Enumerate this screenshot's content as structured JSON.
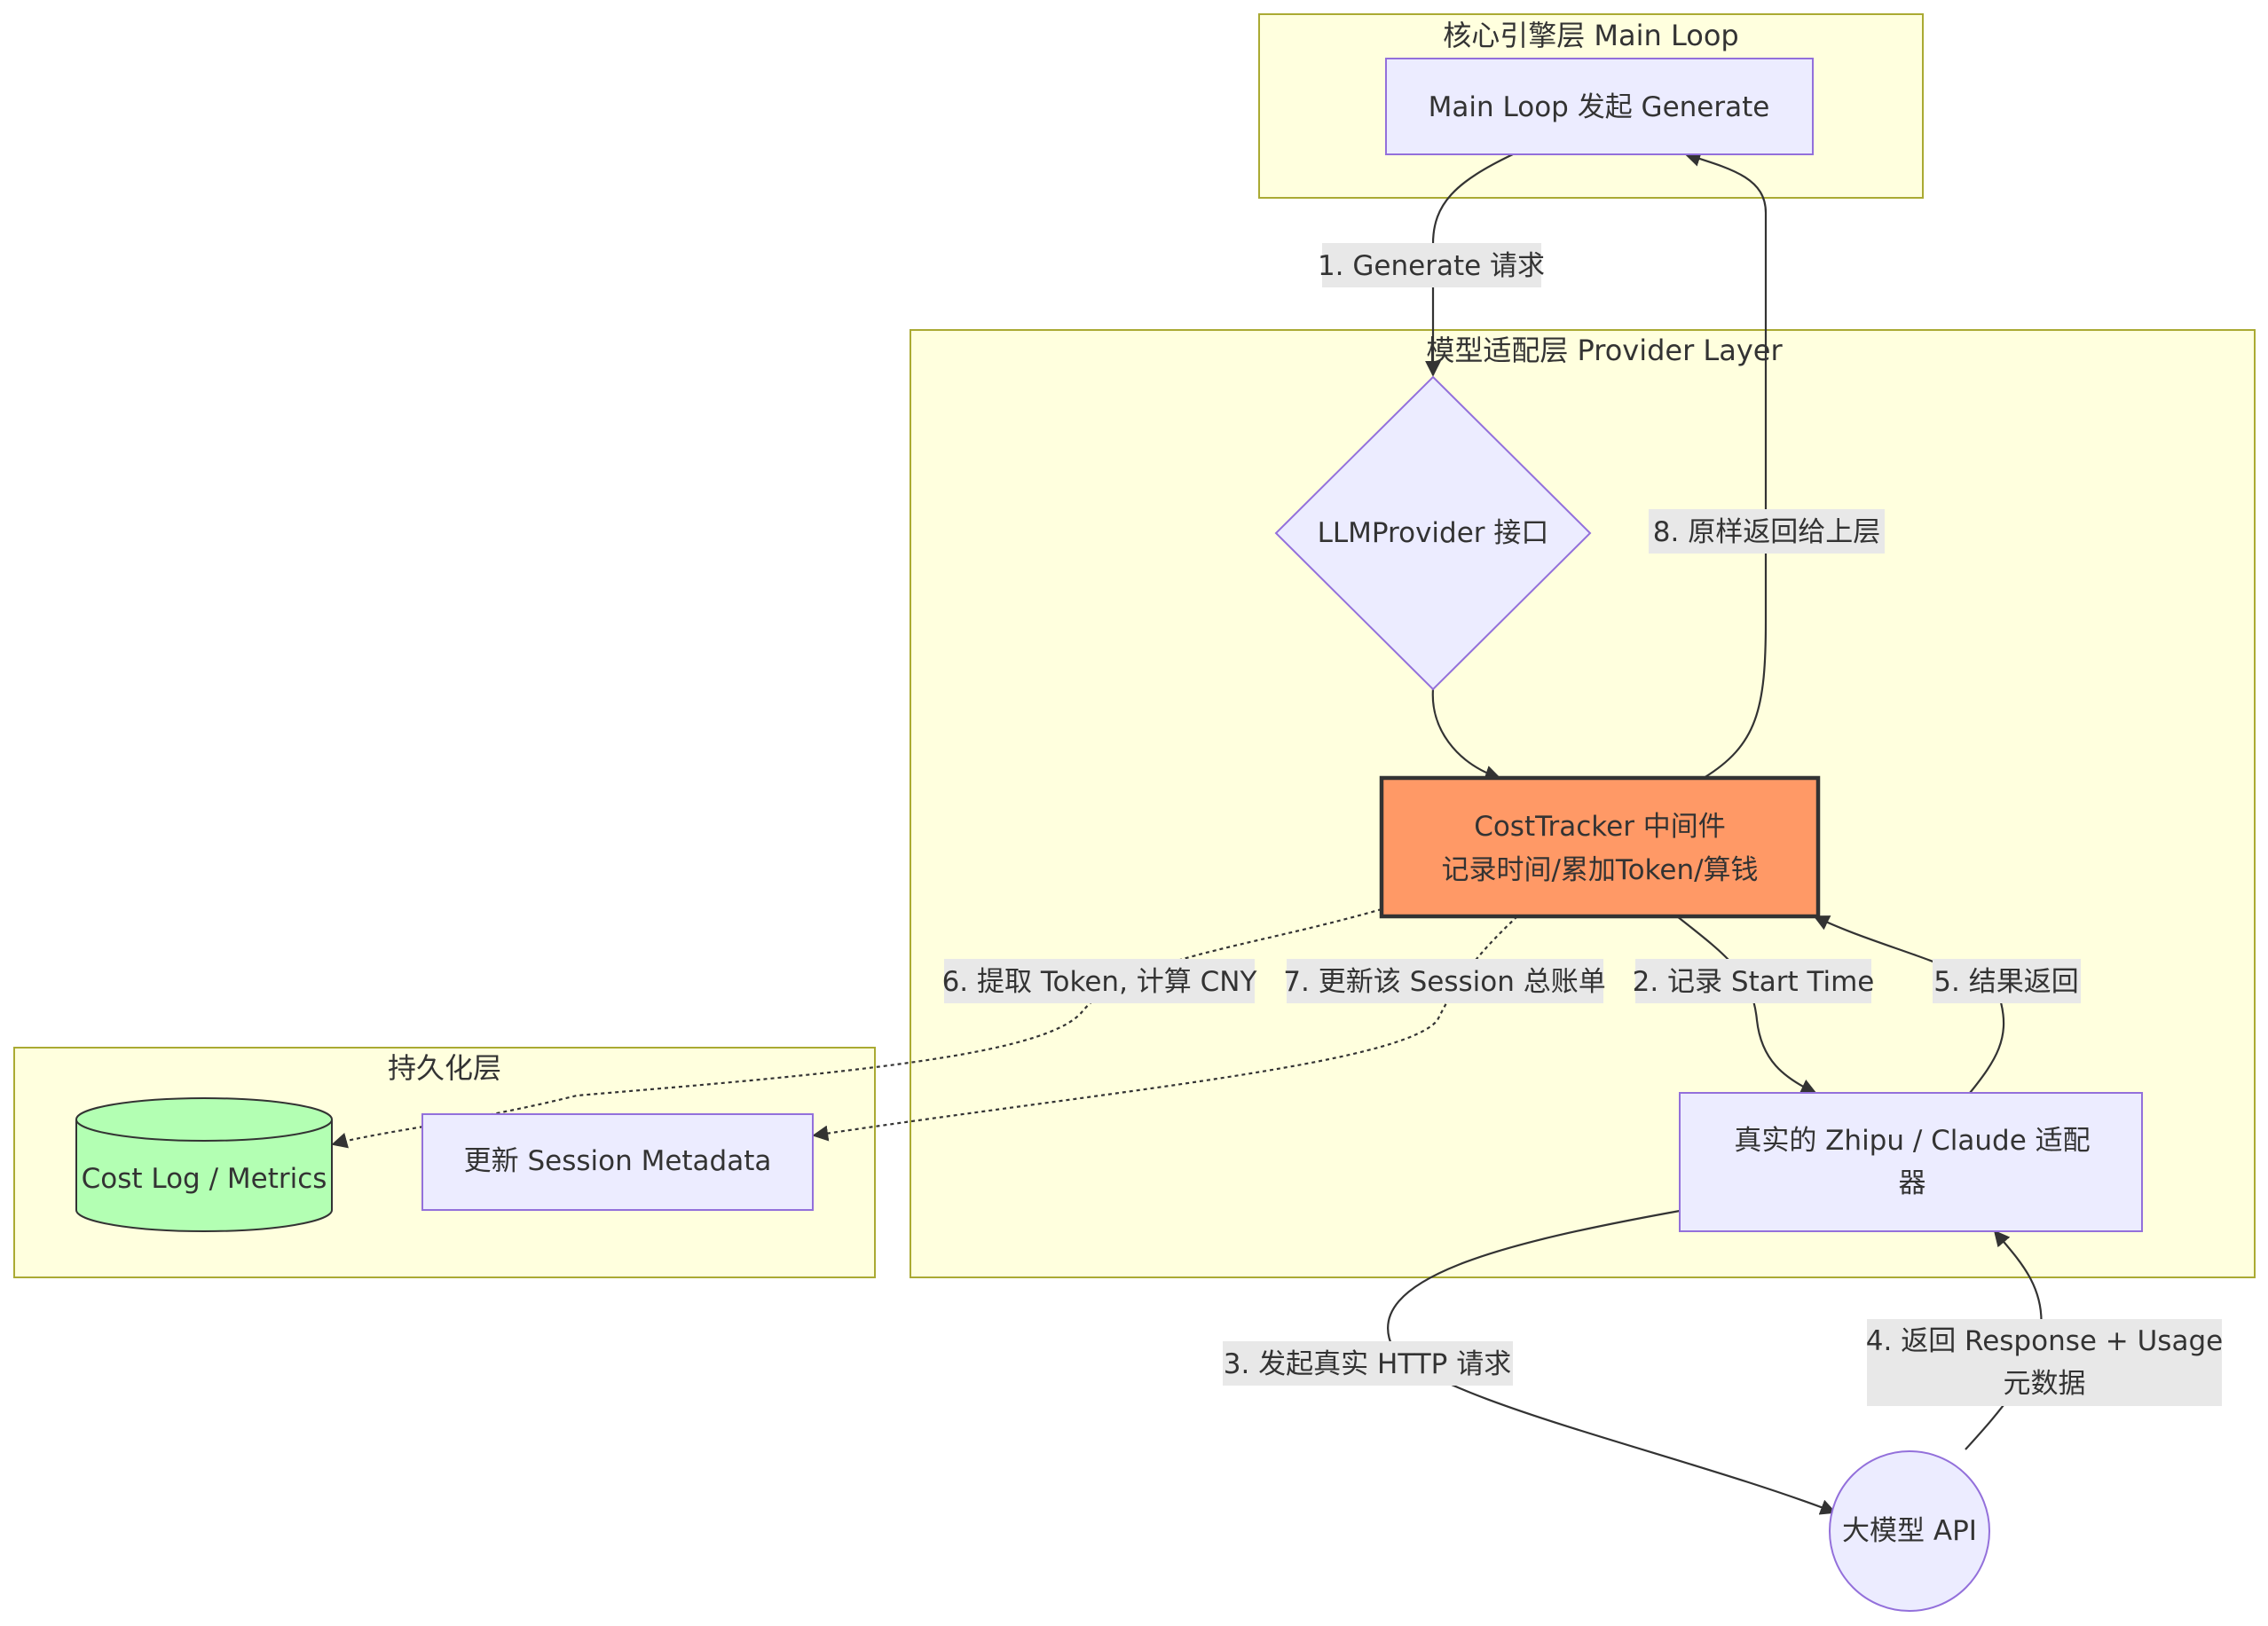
{
  "clusters": {
    "core": "核心引擎层 Main Loop",
    "provider": "模型适配层 Provider Layer",
    "persist": "持久化层"
  },
  "nodes": {
    "main_loop": "Main Loop 发起 Generate",
    "llm_provider": "LLMProvider 接口",
    "cost_tracker_line1": "CostTracker 中间件",
    "cost_tracker_line2": "记录时间/累加Token/算钱",
    "adapter_line1": "真实的 Zhipu / Claude 适配",
    "adapter_line2": "器",
    "api": "大模型 API",
    "cost_log": "Cost Log / Metrics",
    "session_meta": "更新 Session Metadata"
  },
  "edges": {
    "e1": "1. Generate 请求",
    "e2": "2. 记录 Start Time",
    "e3": "3. 发起真实 HTTP 请求",
    "e4_line1": "4. 返回 Response + Usage",
    "e4_line2": "元数据",
    "e5": "5. 结果返回",
    "e6": "6. 提取 Token, 计算 CNY",
    "e7": "7. 更新该 Session 总账单",
    "e8": "8. 原样返回给上层"
  },
  "colors": {
    "node_fill": "#ececff",
    "node_stroke": "#9370db",
    "cluster_fill": "#ffffde",
    "cluster_stroke": "#aaaa33",
    "cost_tracker_fill": "#ff9966",
    "cost_tracker_stroke": "#333333",
    "cost_log_fill": "#b3ffb3",
    "edge_label_bg": "#e8e8e8"
  }
}
